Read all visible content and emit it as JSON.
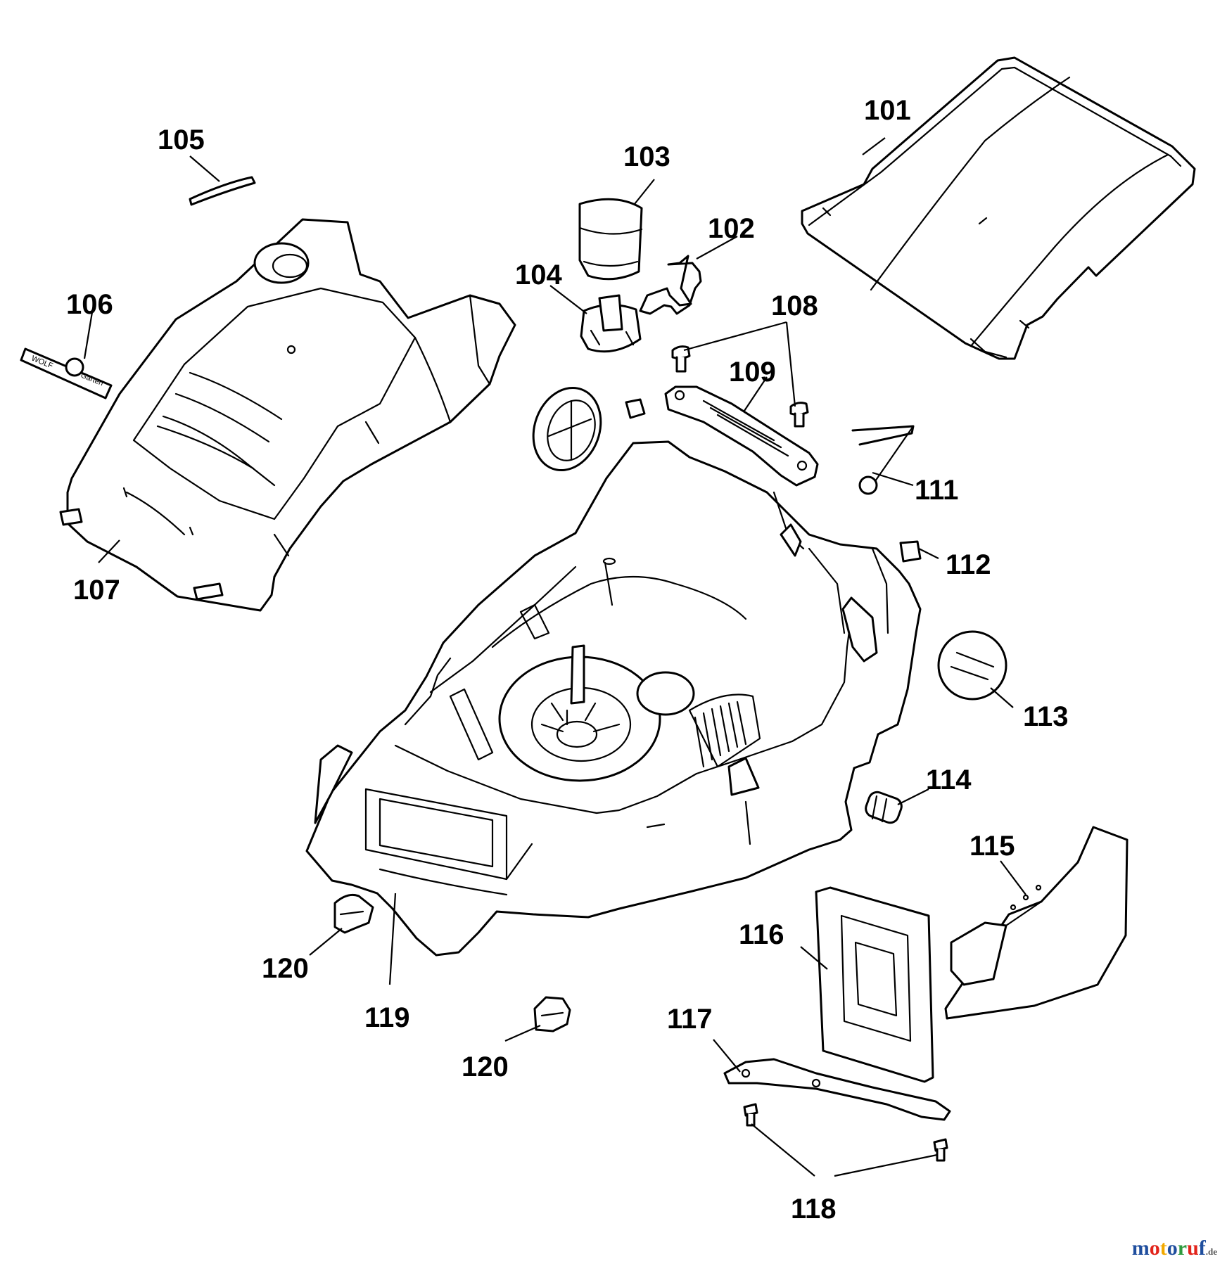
{
  "labels": {
    "p101": "101",
    "p102": "102",
    "p103": "103",
    "p104": "104",
    "p105": "105",
    "p106": "106",
    "p107": "107",
    "p108": "108",
    "p109": "109",
    "p111": "111",
    "p112": "112",
    "p113": "113",
    "p114": "114",
    "p115": "115",
    "p116": "116",
    "p117": "117",
    "p118": "118",
    "p119": "119",
    "p120a": "120",
    "p120b": "120"
  },
  "logo": {
    "brand": "WOLF",
    "sub": "Garten"
  },
  "watermark": {
    "letters": [
      {
        "ch": "m",
        "color": "#1f4e9e"
      },
      {
        "ch": "o",
        "color": "#e2231a"
      },
      {
        "ch": "t",
        "color": "#f2a900"
      },
      {
        "ch": "o",
        "color": "#1f4e9e"
      },
      {
        "ch": "r",
        "color": "#2e9b3e"
      },
      {
        "ch": "u",
        "color": "#e2231a"
      },
      {
        "ch": "f",
        "color": "#1f4e9e"
      }
    ],
    "suffix": ".de",
    "suffix_color": "#555555"
  }
}
